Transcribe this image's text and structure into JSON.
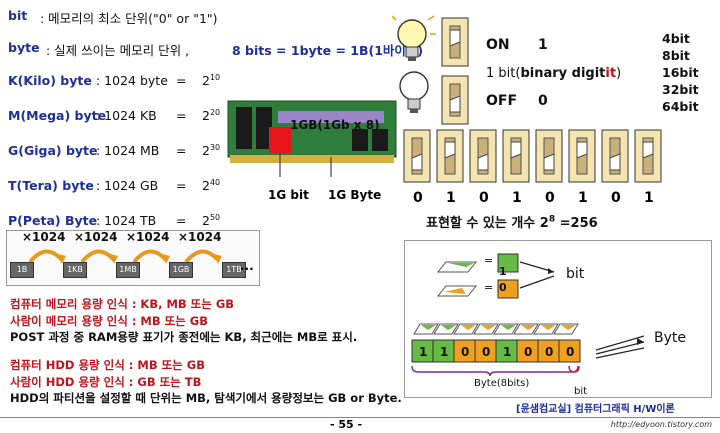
{
  "defs": {
    "bit_label": "bit",
    "bit_desc": ": 메모리의 최소 단위(\"0\" or \"1\")",
    "byte_label": "byte",
    "byte_desc": ": 실제  쓰이는 메모리 단위 ,",
    "byte_eq": "8 bits = 1byte = 1B(1바이트)"
  },
  "units": [
    {
      "name": "K(Kilo) byte",
      "value": ": 1024 byte",
      "eq": "=",
      "base": "2",
      "exp": "10"
    },
    {
      "name": "M(Mega) byte",
      "value": ": 1024 KB",
      "eq": "=",
      "base": "2",
      "exp": "20"
    },
    {
      "name": "G(Giga) byte",
      "value": ": 1024 MB",
      "eq": "=",
      "base": "2",
      "exp": "30"
    },
    {
      "name": "T(Tera) byte",
      "value": ": 1024 GB",
      "eq": "=",
      "base": "2",
      "exp": "40"
    },
    {
      "name": "P(Peta) Byte",
      "value": ": 1024 TB",
      "eq": "=",
      "base": "2",
      "exp": "50"
    }
  ],
  "ram": {
    "chip_label": "1GB(1Gb x 8)",
    "bit_label": "1G bit",
    "byte_label": "1G Byte"
  },
  "chain": {
    "multipliers": [
      "×1024",
      "×1024",
      "×1024",
      "×1024"
    ],
    "boxes": [
      "1B",
      "1KB",
      "1MB",
      "1GB",
      "1TB"
    ],
    "more": "···"
  },
  "notes": [
    {
      "style": "red",
      "text": "컴퓨터 메모리 용량 인식 : KB, MB 또는 GB"
    },
    {
      "style": "red",
      "text": "사람이 메모리 용량 인식 : MB 또는 GB"
    },
    {
      "style": "blk",
      "text": "POST 과정 중 RAM용량 표기가 종전에는 KB, 최근에는 MB로 표시."
    },
    {
      "style": "red",
      "text": "컴퓨터 HDD 용량 인식 : MB 또는 GB"
    },
    {
      "style": "red",
      "text": "사람이 HDD 용량 인식 : GB 또는 TB"
    },
    {
      "style": "blk",
      "text": "HDD의 파티션을 설정할 때 단위는 MB, 탐색기에서 용량정보는 GB or Byte."
    }
  ],
  "switch": {
    "on_label": "ON",
    "on_value": "1",
    "binary_pre": "1 bit(",
    "binary_mid": "binary digit",
    "binary_hi": "it",
    "binary_post": ")",
    "off_label": "OFF",
    "off_value": "0"
  },
  "bit_sizes": [
    "4bit",
    "8bit",
    "16bit",
    "32bit",
    "64bit"
  ],
  "switch_bits": [
    "0",
    "1",
    "0",
    "1",
    "0",
    "1",
    "0",
    "1"
  ],
  "switch_states": [
    0,
    1,
    0,
    1,
    0,
    1,
    0,
    1
  ],
  "expression": {
    "pre": "표현할 수 있는 개수 2",
    "exp": "8",
    "post": " =256"
  },
  "diagram": {
    "one": "1",
    "zero": "0",
    "eq": "=",
    "bit_word": "bit",
    "byte_word": "Byte",
    "row_bits": [
      "1",
      "1",
      "0",
      "0",
      "1",
      "0",
      "0",
      "0"
    ],
    "row_label": "Byte(8bits)",
    "bit_label": "bit"
  },
  "credit": "[윤샘컴교실] 컴퓨터그래픽 H/W이론",
  "footer": {
    "page": "- 55 -",
    "url": "http://edyoon.tistory.com"
  },
  "colors": {
    "blue": "#1f2f9a",
    "red": "#c0141c",
    "green_cell": "#66bb44",
    "orange_cell": "#f0a020",
    "pcb_green": "#2f7d3a"
  }
}
